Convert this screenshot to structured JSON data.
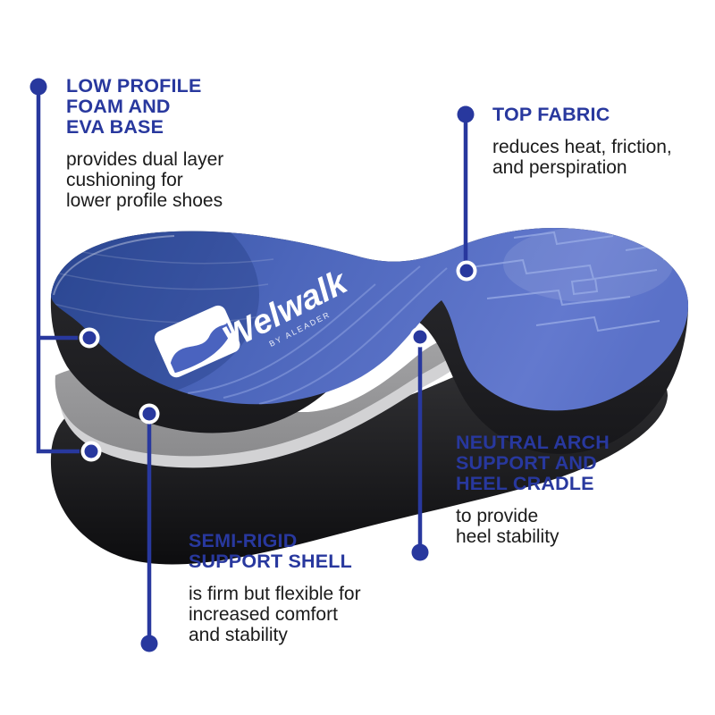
{
  "colors": {
    "accent": "#28389e",
    "body_text": "#1b1b1b",
    "background": "#ffffff",
    "insole_blue": "#4c66bb",
    "shell_gray": "#98989a",
    "base_black": "#17171a"
  },
  "brand": {
    "logo_text": "Welwalk",
    "logo_subtext": "BY ALEADER"
  },
  "callouts": {
    "low_profile": {
      "title_lines": [
        "LOW PROFILE",
        "FOAM AND",
        "EVA BASE"
      ],
      "body_lines": [
        "provides dual layer",
        "cushioning for",
        "lower profile shoes"
      ]
    },
    "top_fabric": {
      "title_lines": [
        "TOP FABRIC"
      ],
      "body_lines": [
        "reduces heat, friction,",
        "and perspiration"
      ]
    },
    "neutral_arch": {
      "title_lines": [
        "NEUTRAL ARCH",
        "SUPPORT AND",
        "HEEL CRADLE"
      ],
      "body_lines": [
        "to provide",
        "heel stability"
      ]
    },
    "semi_rigid": {
      "title_lines": [
        "SEMI-RIGID",
        "SUPPORT SHELL"
      ],
      "body_lines": [
        "is firm but flexible for",
        "increased comfort",
        "and stability"
      ]
    }
  }
}
